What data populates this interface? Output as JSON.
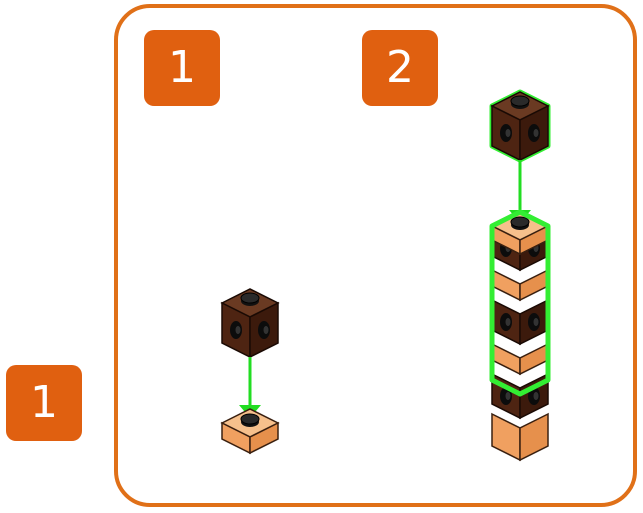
{
  "page_badge": "1",
  "steps": [
    {
      "number": "1"
    },
    {
      "number": "2"
    }
  ],
  "colors": {
    "frame": "#e07018",
    "badge": "#e06010",
    "dark_brick": "#4a2312",
    "light_brick": "#f2a868",
    "highlight": "#33ee33"
  }
}
